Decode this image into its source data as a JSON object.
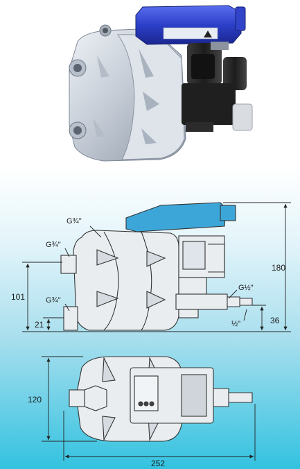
{
  "photo": {
    "colors": {
      "body_silver": "#c5ccd6",
      "housing_blue": "#2c3fc8",
      "connector_black": "#222222"
    },
    "label_icons": [
      "warning-triangle-icon"
    ]
  },
  "drawing": {
    "colors": {
      "outline": "#333333",
      "body_fill": "#e9edf0",
      "housing_fill": "#3da6d8",
      "dimension_line": "#222222"
    },
    "thread_labels": {
      "top_port": "G¾\"",
      "inlet_upper": "G¾\"",
      "inlet_lower": "G¾\"",
      "outlet": "G½\"",
      "outlet_small": "½\""
    },
    "dimensions": {
      "total_height": "180",
      "inlet_height": "101",
      "base_offset": "21",
      "outlet_height": "36",
      "depth": "120",
      "total_length": "252"
    }
  }
}
